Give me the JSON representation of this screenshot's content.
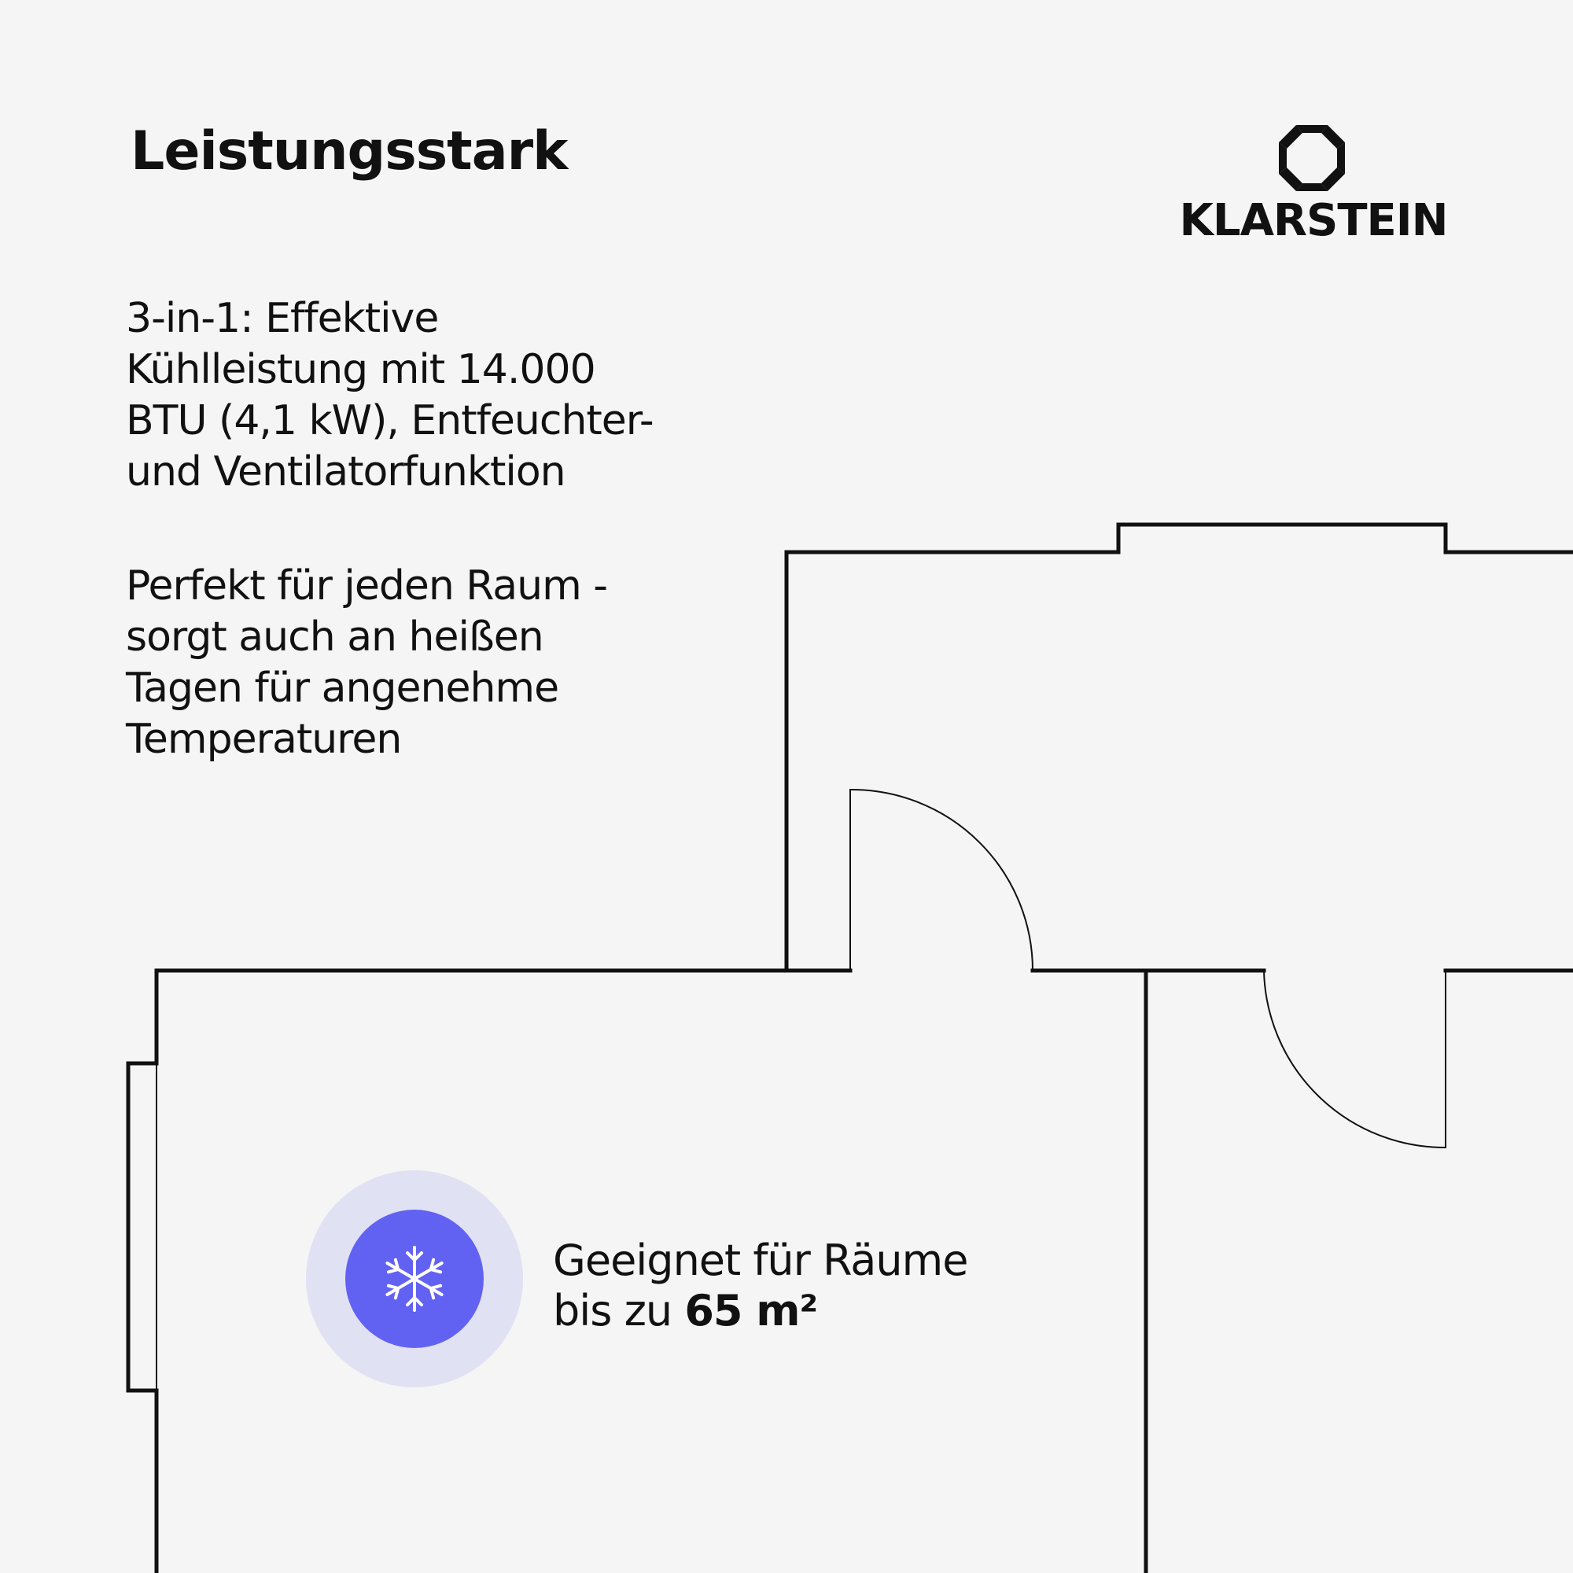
{
  "headline": "Leistungsstark",
  "brand": {
    "name": "KLARSTEIN",
    "logo_icon": "klarstein-logo-icon"
  },
  "description": {
    "lines": [
      "3-in-1: Effektive",
      "Kühlleistung mit 14.000",
      "BTU (4,1 kW), Entfeuchter-",
      "und Ventilatorfunktion"
    ]
  },
  "benefit": {
    "lines": [
      "Perfekt für jeden Raum -",
      "sorgt auch an heißen",
      "Tagen für angenehme",
      "Temperaturen"
    ]
  },
  "room_info": {
    "line1": "Geeignet für Räume",
    "line2_prefix": "bis zu ",
    "line2_value": "65 m²",
    "icon": "snowflake-icon"
  },
  "colors": {
    "background": "#f5f5f5",
    "text": "#111111",
    "accent": "#6262f2",
    "accent_light": "#e1e1f4"
  }
}
